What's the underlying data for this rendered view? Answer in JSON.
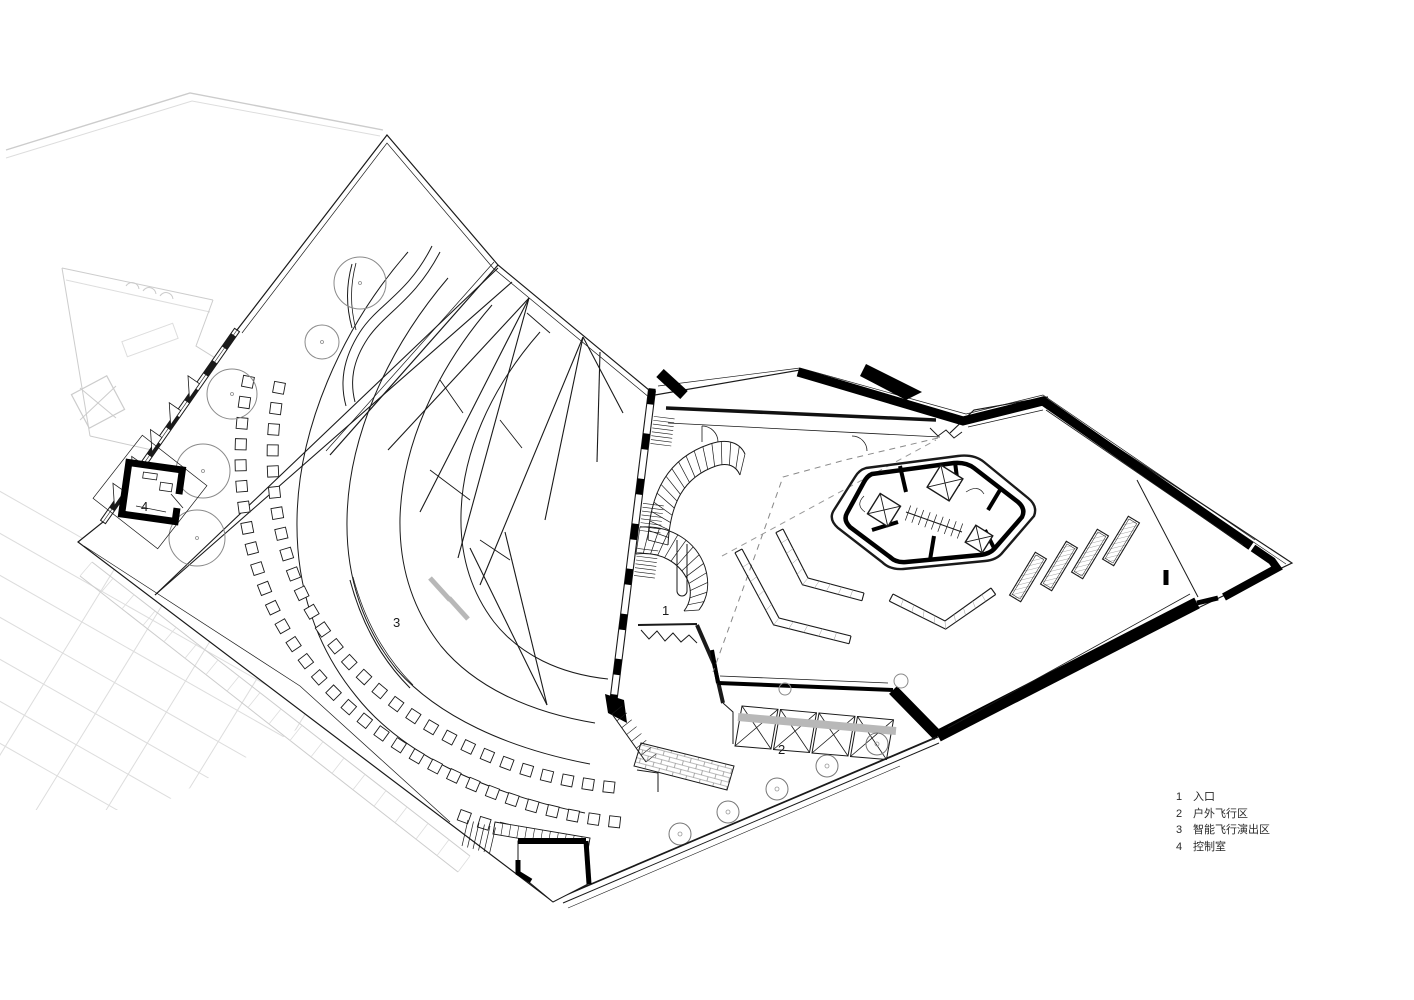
{
  "colors": {
    "ink": "#1a1a1a",
    "wall": "#000000",
    "light": "#cccccc",
    "lighter": "#dddddd",
    "gray": "#b8b8b8",
    "midgray": "#8a8a8a",
    "paper": "#ffffff"
  },
  "plan": {
    "area_labels": [
      {
        "text": "1"
      },
      {
        "text": "2"
      },
      {
        "text": "3"
      },
      {
        "text": "4"
      }
    ]
  },
  "legend": {
    "items": [
      {
        "num": "1",
        "label": "入口"
      },
      {
        "num": "2",
        "label": "户外飞行区"
      },
      {
        "num": "3",
        "label": "智能飞行演出区"
      },
      {
        "num": "4",
        "label": "控制室"
      }
    ]
  }
}
